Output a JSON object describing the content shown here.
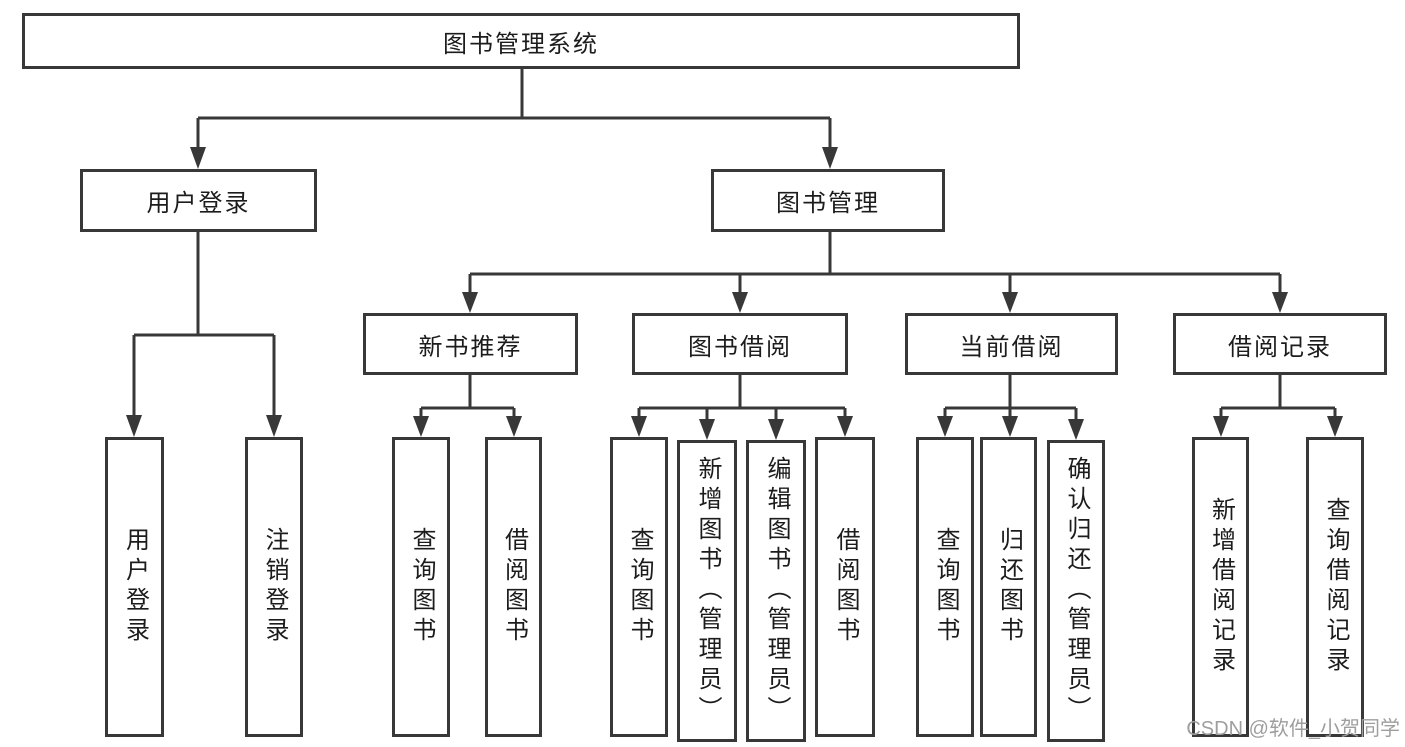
{
  "diagram_type": "hierarchy-tree",
  "tree": {
    "root": {
      "label": "图书管理系统"
    },
    "branches": [
      {
        "label": "用户登录",
        "children": [
          {
            "label": "用户登录"
          },
          {
            "label": "注销登录"
          }
        ]
      },
      {
        "label": "图书管理",
        "children": [
          {
            "label": "新书推荐",
            "children": [
              {
                "label": "查询图书"
              },
              {
                "label": "借阅图书"
              }
            ]
          },
          {
            "label": "图书借阅",
            "children": [
              {
                "label": "查询图书"
              },
              {
                "label": "新增图书（管理员）"
              },
              {
                "label": "编辑图书（管理员）"
              },
              {
                "label": "借阅图书"
              }
            ]
          },
          {
            "label": "当前借阅",
            "children": [
              {
                "label": "查询图书"
              },
              {
                "label": "归还图书"
              },
              {
                "label": "确认归还（管理员）"
              }
            ]
          },
          {
            "label": "借阅记录",
            "children": [
              {
                "label": "新增借阅记录"
              },
              {
                "label": "查询借阅记录"
              }
            ]
          }
        ]
      }
    ]
  },
  "watermark": {
    "text": "CSDN @软件_小贺同学"
  },
  "colors": {
    "line": "#383838",
    "box_border": "#383838",
    "box_fill": "#ffffff",
    "text": "#1c1c1c",
    "watermark": "#9e9e9e",
    "background": "#ffffff"
  }
}
